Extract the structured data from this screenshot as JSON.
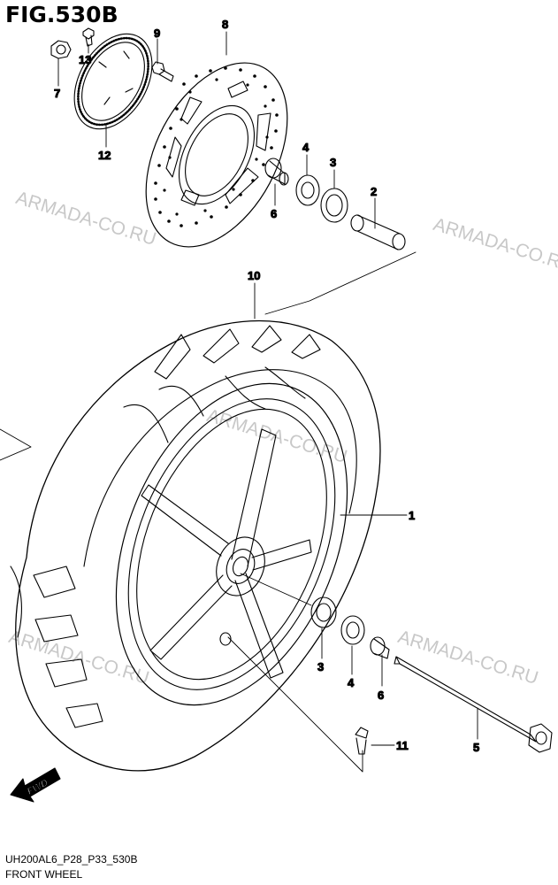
{
  "figure": {
    "title": "FIG.530B",
    "drawing_code": "UH200AL6_P28_P33_530B",
    "caption": "FRONT WHEEL"
  },
  "watermark": "ARMADA-CO.RU",
  "fwd_label": "FWD",
  "callouts": {
    "c1": "1",
    "c2": "2",
    "c3a": "3",
    "c3b": "3",
    "c4a": "4",
    "c4b": "4",
    "c5": "5",
    "c6a": "6",
    "c6b": "6",
    "c7": "7",
    "c8": "8",
    "c9": "9",
    "c10": "10",
    "c11": "11",
    "c12": "12",
    "c13": "13"
  }
}
